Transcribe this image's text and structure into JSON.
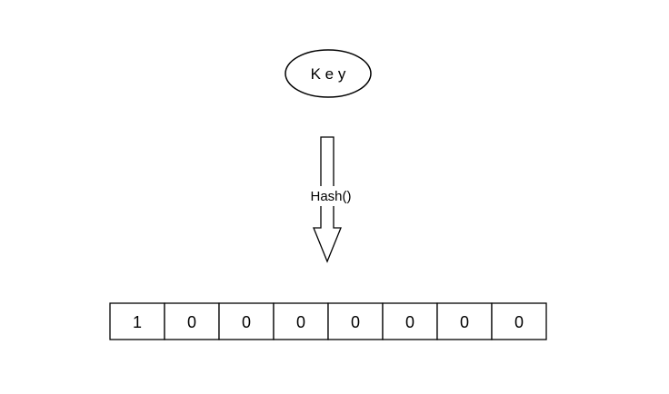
{
  "key_node": {
    "label": "K e y"
  },
  "arrow": {
    "label": "Hash()"
  },
  "bit_array": {
    "cells": [
      "1",
      "0",
      "0",
      "0",
      "0",
      "0",
      "0",
      "0"
    ]
  },
  "colors": {
    "stroke": "#000000",
    "fill": "#ffffff",
    "text": "#000000"
  }
}
